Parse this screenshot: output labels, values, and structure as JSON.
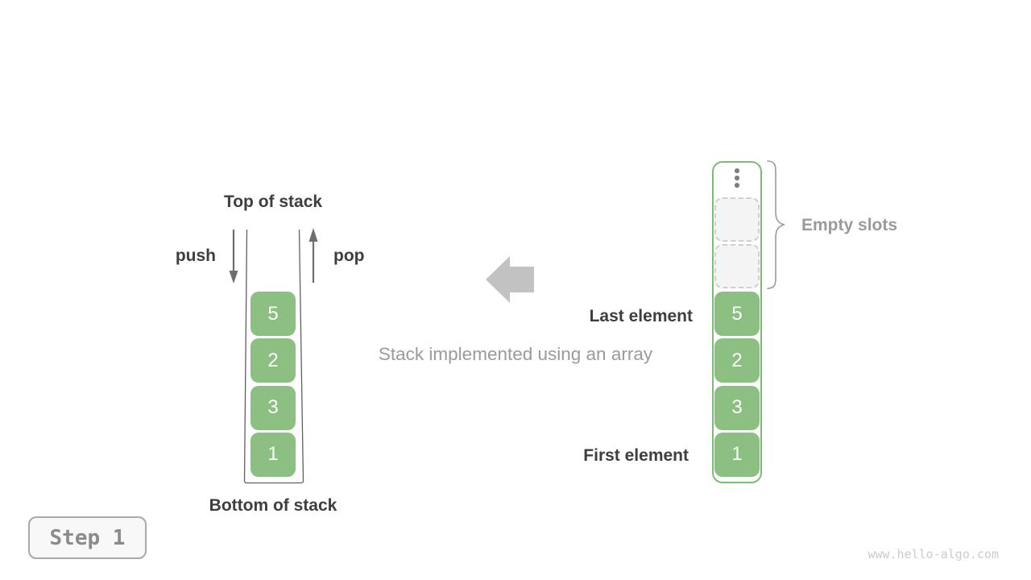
{
  "colors": {
    "green": "#8cbf82",
    "green-border": "#7fbb78",
    "dark-text": "#3e3e3e",
    "gray-text": "#9a9a9a",
    "arrow-gray": "#c2c2c2",
    "stroke-gray": "#5f5f5f",
    "stroke-gray2": "#6e6e6e",
    "dot-gray": "#7e7e7e",
    "slot-bg": "#f4f4f4",
    "slot-border": "#cfcfcf",
    "badge-bg": "#f8f8f8",
    "badge-border": "#a9a9a9",
    "badge-text": "#8b8b8b",
    "watermark": "#cbcbcb"
  },
  "stack_diagram": {
    "top_label": "Top of stack",
    "bottom_label": "Bottom of stack",
    "push_label": "push",
    "pop_label": "pop",
    "values": [
      "5",
      "2",
      "3",
      "1"
    ]
  },
  "array_diagram": {
    "values": [
      "5",
      "2",
      "3",
      "1"
    ],
    "empty_slot_count": 2,
    "ellipsis_icon": "vertical-ellipsis",
    "empty_slots_label": "Empty slots",
    "last_element_label": "Last element",
    "first_element_label": "First element"
  },
  "caption": "Stack implemented using an array",
  "step_badge": "Step 1",
  "watermark": "www.hello-algo.com"
}
